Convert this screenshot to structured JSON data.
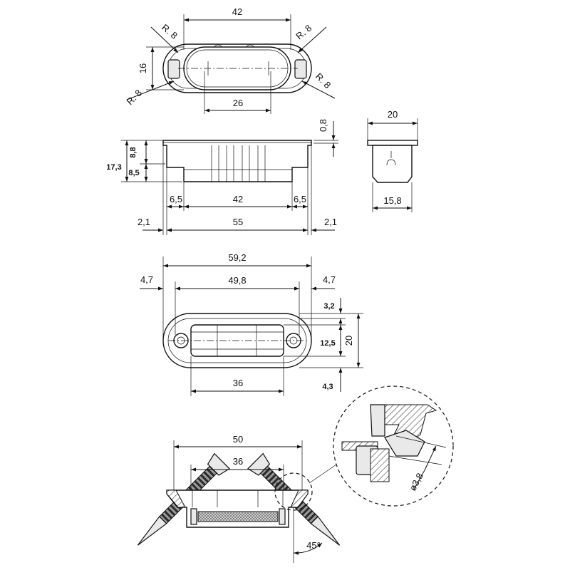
{
  "labels": {
    "top_width": "42",
    "radius": "R. 8",
    "top_height": "16",
    "top_inner": "26",
    "thickness": "0,8",
    "end_width": "20",
    "end_inner": "15,8",
    "side_total_height": "17,3",
    "side_upper": "8,8",
    "side_lower": "8,5",
    "side_left_flange": "6,5",
    "side_body": "42",
    "side_right_flange": "6,5",
    "side_left_lip": "2,1",
    "side_overall": "55",
    "side_right_lip": "2,1",
    "plate_overall": "59,2",
    "plate_left": "4,7",
    "plate_holes": "49,8",
    "plate_right": "4,7",
    "plate_top_gap": "3,2",
    "plate_slot": "12,5",
    "plate_height": "20",
    "plate_bottom_gap": "4,3",
    "plate_inner": "36",
    "install_width": "50",
    "install_inner": "36",
    "hole_diameter": "ø3,8",
    "screw_angle": "45°"
  }
}
